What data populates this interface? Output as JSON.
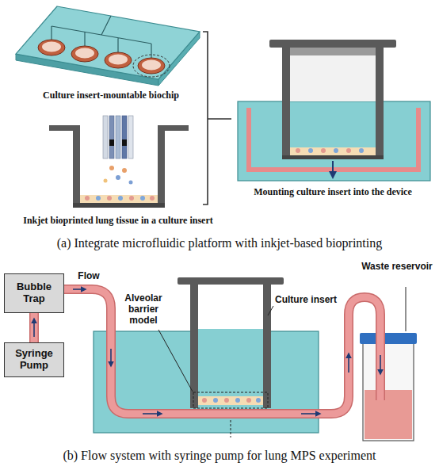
{
  "diagram": {
    "nodes": [
      {
        "text": [
          "Bubble Trap"
        ]
      },
      {
        "text": [
          "Syringe Pump"
        ]
      }
    ],
    "edges": [
      {
        "from": 1,
        "to": 0,
        "arrow": "to"
      }
    ],
    "labels": [
      "Culture insert-mountable biochip",
      "Inkjet bioprinted lung tissue in a culture insert",
      "Mounting culture insert into the device",
      "(a) Integrate microfluidic platform with inkjet-based bioprinting",
      "Flow",
      "Alveolar barrier model",
      "Culture insert",
      "Waste reservoir",
      "(b) Flow system with syringe pump for lung MPS experiment"
    ]
  }
}
